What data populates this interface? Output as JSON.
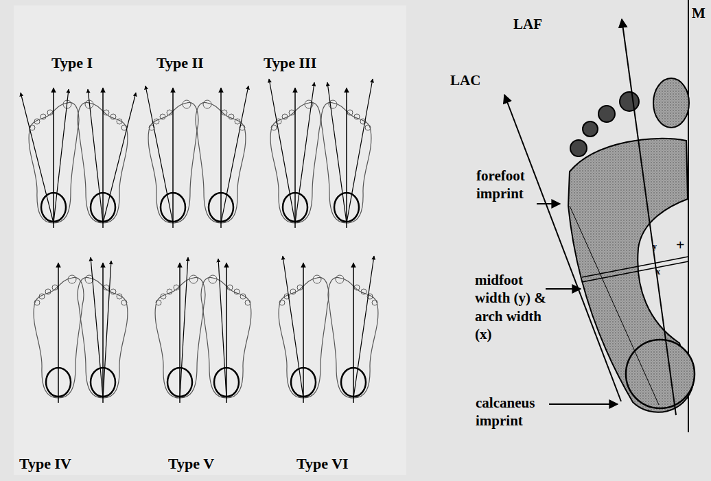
{
  "diagram": {
    "labels": [
      "Type I",
      "Type II",
      "Type III",
      "Type IV",
      "Type V",
      "Type VI",
      "LAC",
      "LAF",
      "M",
      "forefoot imprint",
      "midfoot width (y) & arch width (x)",
      "calcaneus imprint",
      "+",
      "y",
      "x"
    ]
  }
}
